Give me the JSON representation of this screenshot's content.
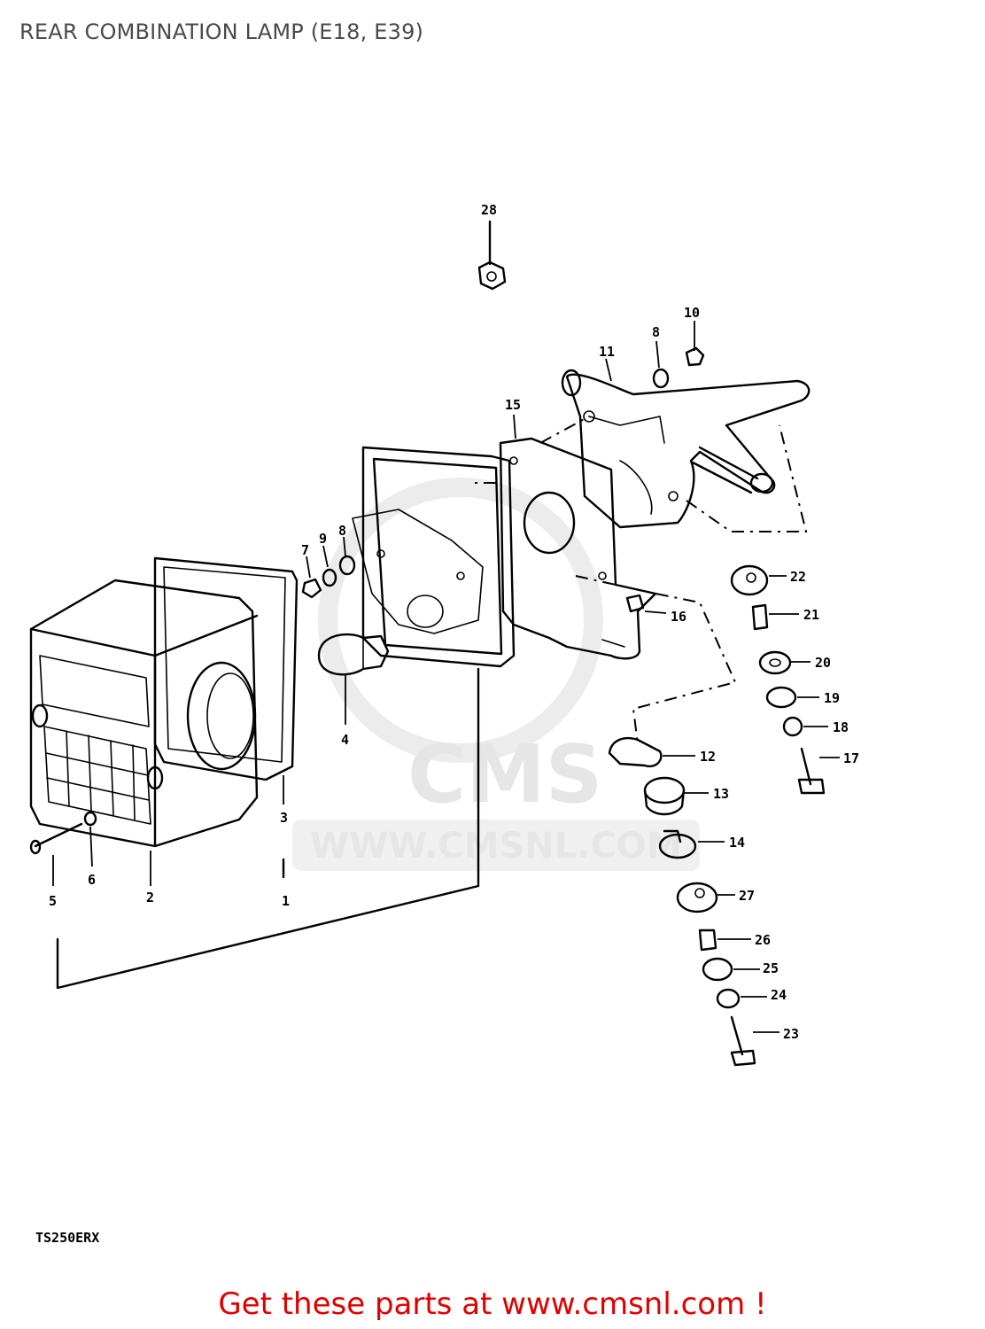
{
  "title": "REAR COMBINATION LAMP (E18, E39)",
  "watermark": "WWW.CMSNL.COM",
  "watermark_logo": "CMS",
  "model_code": "TS250ERX",
  "cta": "Get these parts at www.cmsnl.com !",
  "labels": {
    "p1": "1",
    "p2": "2",
    "p3": "3",
    "p4": "4",
    "p5": "5",
    "p6": "6",
    "p7": "7",
    "p8a": "8",
    "p8b": "8",
    "p9": "9",
    "p10": "10",
    "p11": "11",
    "p12": "12",
    "p13": "13",
    "p14": "14",
    "p15": "15",
    "p16": "16",
    "p17": "17",
    "p18": "18",
    "p19": "19",
    "p20": "20",
    "p21": "21",
    "p22": "22",
    "p23": "23",
    "p24": "24",
    "p25": "25",
    "p26": "26",
    "p27": "27",
    "p28": "28"
  }
}
